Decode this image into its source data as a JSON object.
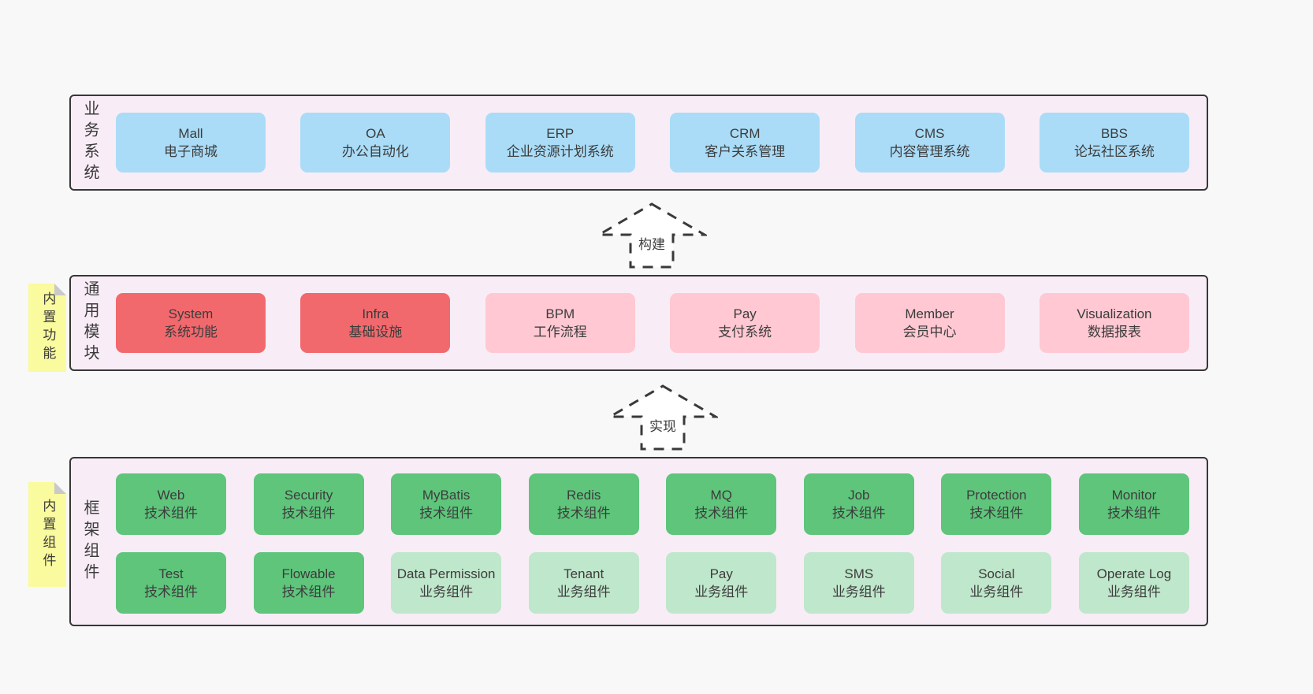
{
  "colors": {
    "page_background": "#f8f8f8",
    "container_background": "#f8edf6",
    "container_border": "#373737",
    "blue_box": "#aadcf7",
    "red_box": "#f2696d",
    "pink_box": "#ffc8d2",
    "green_dark_box": "#5ec57b",
    "green_light_box": "#bfe7cb",
    "note_yellow": "#fafa9e",
    "note_fold_gray": "#c9c9c9",
    "text": "#3c3c3c"
  },
  "sections": {
    "business": {
      "label": "业务系统",
      "boxes": [
        {
          "name": "Mall",
          "desc": "电子商城"
        },
        {
          "name": "OA",
          "desc": "办公自动化"
        },
        {
          "name": "ERP",
          "desc": "企业资源计划系统"
        },
        {
          "name": "CRM",
          "desc": "客户关系管理"
        },
        {
          "name": "CMS",
          "desc": "内容管理系统"
        },
        {
          "name": "BBS",
          "desc": "论坛社区系统"
        }
      ]
    },
    "modules": {
      "label": "通用模块",
      "note": "内置功能",
      "boxes": [
        {
          "name": "System",
          "desc": "系统功能"
        },
        {
          "name": "Infra",
          "desc": "基础设施"
        },
        {
          "name": "BPM",
          "desc": "工作流程"
        },
        {
          "name": "Pay",
          "desc": "支付系统"
        },
        {
          "name": "Member",
          "desc": "会员中心"
        },
        {
          "name": "Visualization",
          "desc": "数据报表"
        }
      ]
    },
    "framework": {
      "label": "框架组件",
      "note": "内置组件",
      "row1": [
        {
          "name": "Web",
          "desc": "技术组件"
        },
        {
          "name": "Security",
          "desc": "技术组件"
        },
        {
          "name": "MyBatis",
          "desc": "技术组件"
        },
        {
          "name": "Redis",
          "desc": "技术组件"
        },
        {
          "name": "MQ",
          "desc": "技术组件"
        },
        {
          "name": "Job",
          "desc": "技术组件"
        },
        {
          "name": "Protection",
          "desc": "技术组件"
        },
        {
          "name": "Monitor",
          "desc": "技术组件"
        }
      ],
      "row2": [
        {
          "name": "Test",
          "desc": "技术组件"
        },
        {
          "name": "Flowable",
          "desc": "技术组件"
        },
        {
          "name": "Data Permission",
          "desc": "业务组件"
        },
        {
          "name": "Tenant",
          "desc": "业务组件"
        },
        {
          "name": "Pay",
          "desc": "业务组件"
        },
        {
          "name": "SMS",
          "desc": "业务组件"
        },
        {
          "name": "Social",
          "desc": "业务组件"
        },
        {
          "name": "Operate Log",
          "desc": "业务组件"
        }
      ]
    }
  },
  "arrows": [
    {
      "label": "构建"
    },
    {
      "label": "实现"
    }
  ]
}
